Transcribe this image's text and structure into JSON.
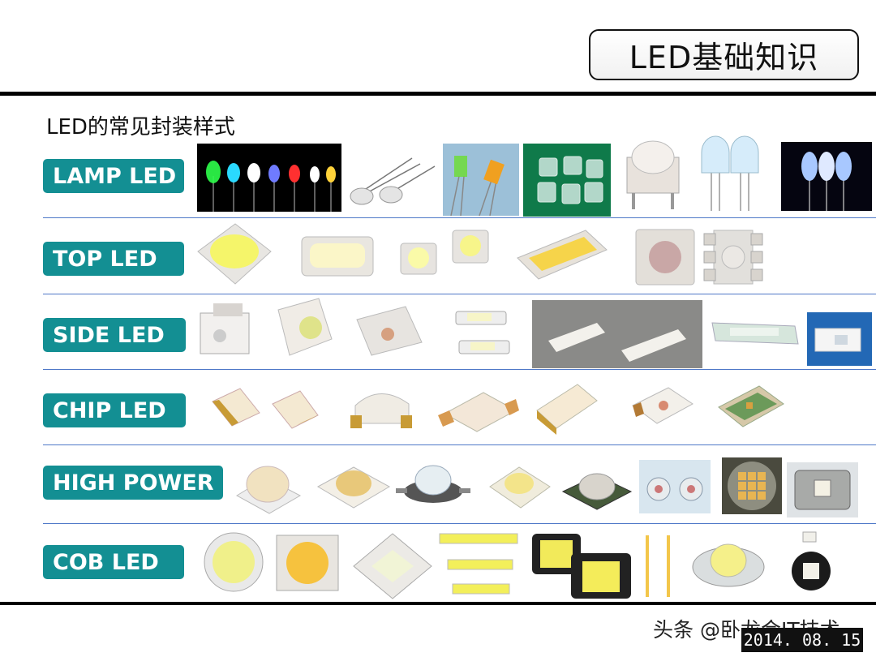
{
  "header": {
    "title": "LED基础知识"
  },
  "section": {
    "subtitle": "LED的常见封装样式"
  },
  "rows": [
    {
      "label": "LAMP LED"
    },
    {
      "label": "TOP LED"
    },
    {
      "label": "SIDE LED"
    },
    {
      "label": "CHIP LED"
    },
    {
      "label": "HIGH POWER"
    },
    {
      "label": "COB LED"
    }
  ],
  "footer": {
    "watermark": "头条 @卧龙会IT技术",
    "date": "2014. 08. 15"
  },
  "colors": {
    "label_bg": "#138f93",
    "separator": "#4f78c8",
    "rule": "#000000"
  }
}
